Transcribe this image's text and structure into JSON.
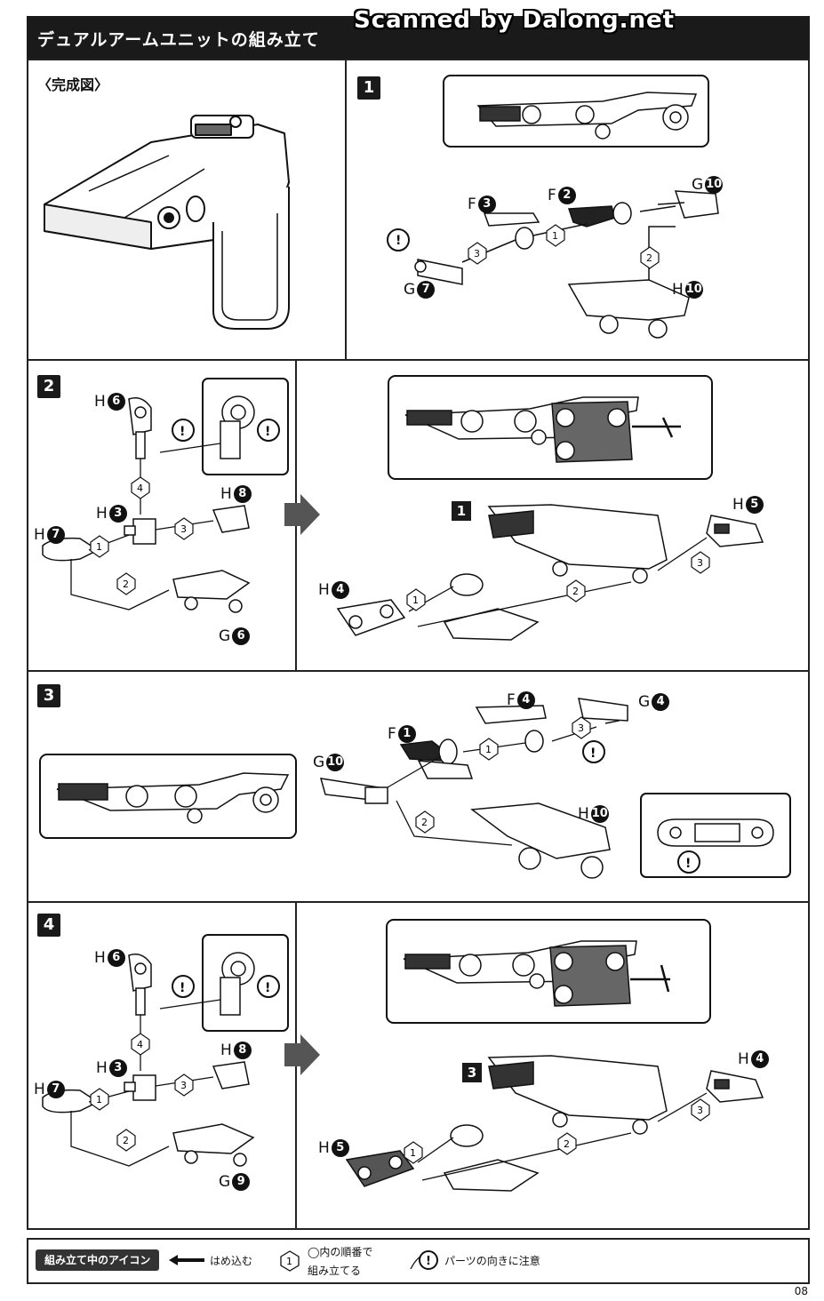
{
  "header": {
    "title": "デュアルアームユニットの組み立て",
    "watermark": "Scanned by Dalong.net"
  },
  "completed": {
    "label": "〈完成図〉"
  },
  "steps": {
    "s1": {
      "badge": "1",
      "labels": {
        "g10": "10",
        "f3": "3",
        "f2": "2",
        "g7": "7",
        "h10": "10"
      }
    },
    "s2": {
      "badge": "2",
      "ref_badge": "1",
      "labels": {
        "h6": "6",
        "h8": "8",
        "h3": "3",
        "h7": "7",
        "g6": "6",
        "h5": "5",
        "h4": "4"
      }
    },
    "s3": {
      "badge": "3",
      "labels": {
        "f4": "4",
        "g4": "4",
        "f1": "1",
        "g10": "10",
        "h10": "10"
      }
    },
    "s4": {
      "badge": "4",
      "ref_badge": "3",
      "labels": {
        "h6": "6",
        "h8": "8",
        "h3": "3",
        "h7": "7",
        "g9": "9",
        "h4": "4",
        "h5": "5"
      }
    }
  },
  "letters": {
    "F": "F",
    "G": "G",
    "H": "H"
  },
  "legend": {
    "chip": "組み立て中のアイコン",
    "item1": "はめ込む",
    "item2a": "◯内の順番で",
    "item2b": "組み立てる",
    "item3": "パーツの向きに注意"
  },
  "page_number": "08"
}
